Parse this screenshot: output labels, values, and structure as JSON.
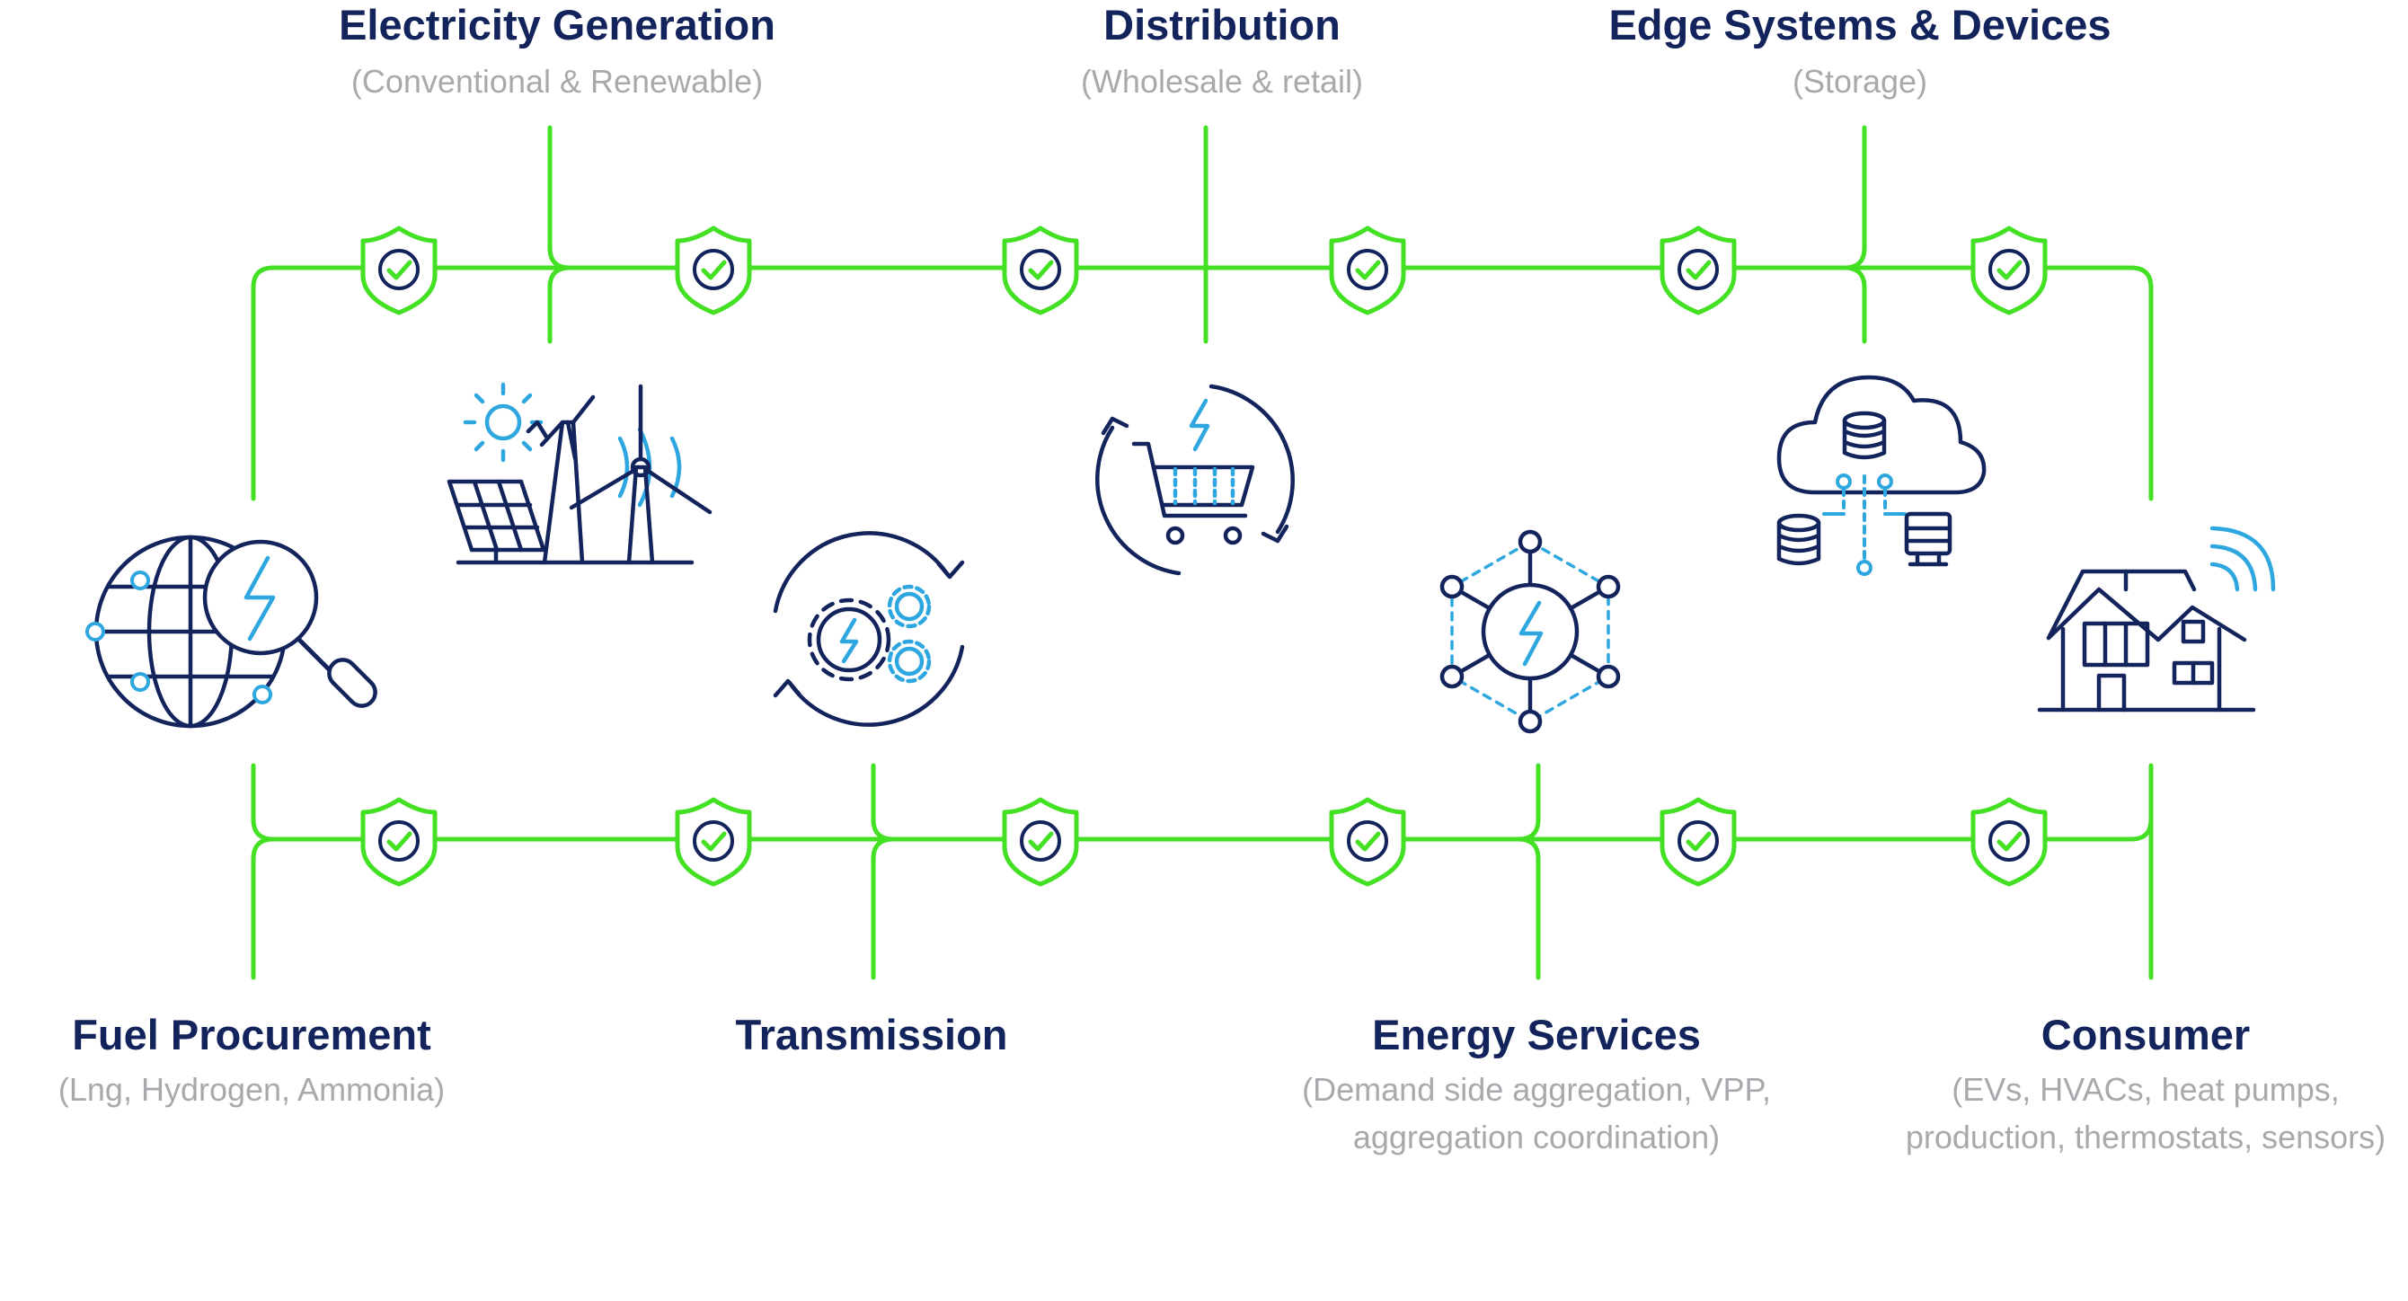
{
  "colors": {
    "line": "#43e024",
    "navy": "#13235b",
    "accent": "#2ea7e0",
    "subtitle": "#a7a9ad"
  },
  "stages_top": [
    {
      "title": "Electricity Generation",
      "subtitle": "(Conventional & Renewable)"
    },
    {
      "title": "Distribution",
      "subtitle": "(Wholesale & retail)"
    },
    {
      "title": "Edge Systems & Devices",
      "subtitle": "(Storage)"
    }
  ],
  "stages_bottom": [
    {
      "title": "Fuel Procurement",
      "subtitle": "(Lng, Hydrogen, Ammonia)"
    },
    {
      "title": "Transmission",
      "subtitle": ""
    },
    {
      "title": "Energy Services",
      "subtitle": "(Demand side aggregation, VPP,",
      "subtitle2": "aggregation coordination)"
    },
    {
      "title": "Consumer",
      "subtitle": "(EVs, HVACs, heat pumps,",
      "subtitle2": "production, thermostats, sensors)"
    }
  ],
  "icons": [
    "globe-search-icon",
    "renewable-generation-icon",
    "transmission-gears-icon",
    "shopping-cart-icon",
    "energy-network-icon",
    "cloud-storage-icon",
    "smart-home-icon",
    "shield-check-icon"
  ]
}
